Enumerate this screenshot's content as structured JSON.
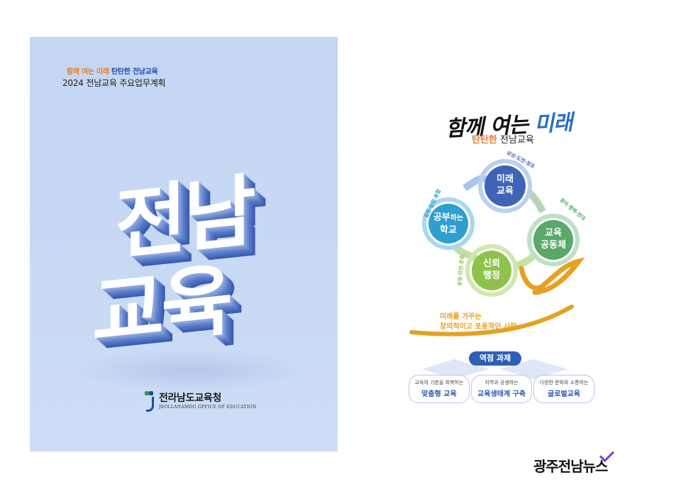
{
  "cover": {
    "tagline_a": "함께 여는 미래",
    "tagline_b": "탄탄한 전남교육",
    "doc_title": "2024 전남교육 주요업무계획",
    "big_line1": "전남",
    "big_line2": "교육",
    "logo_name": "전라남도교육청",
    "logo_sub": "JEOLLANAMDO OFFICE OF EDUCATION"
  },
  "diagram": {
    "hero_a": "함께 여는",
    "hero_b": "미래",
    "sub_a": "탄탄한",
    "sub_b": "전남교육",
    "cores": {
      "future": "미래\n교육",
      "school_a": "공부",
      "school_b": "하는",
      "school_c": "학교",
      "community": "교육\n공동체",
      "admin": "신뢰\n행정"
    },
    "arcs": {
      "future": "상상·도전·창조",
      "school": "질문·탐험·융합",
      "community": "참여·협력·연대",
      "admin": "공정·안전·존중"
    },
    "goal_line1": "미래를 가꾸는",
    "goal_line2": "창의적이고 포용적인 사람",
    "task_title": "역점 과제",
    "tasks": [
      {
        "l1": "교육의 기본을 회복하는",
        "l2": "맞춤형 교육"
      },
      {
        "l1": "지역과 공생하는",
        "l2": "교육생태계 구축"
      },
      {
        "l1": "다양한 문화와 소통하는",
        "l2": "글로벌교육"
      }
    ],
    "colors": {
      "blue": "#3f64b6",
      "teal": "#2f9ed0",
      "green": "#5aa86a",
      "lime": "#8fc24a",
      "orange": "#e7a021"
    }
  },
  "watermark": "광주전남뉴스"
}
